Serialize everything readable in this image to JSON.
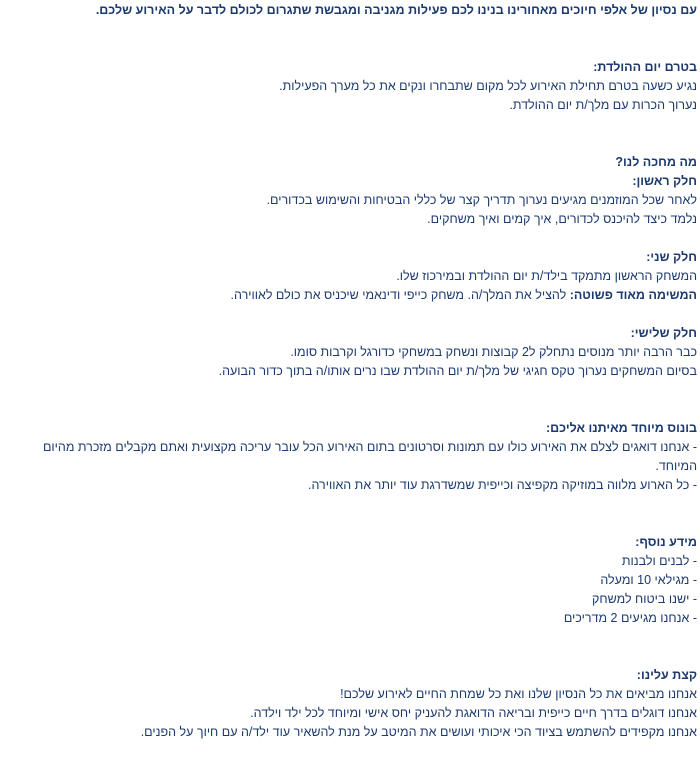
{
  "intro": "עם נסיון של אלפי חיוכים מאחורינו בנינו לכם פעילות מגניבה ומגבשת שתגרום לכולם לדבר על האירוע שלכם.",
  "before": {
    "heading": "בטרם יום ההולדת:",
    "lines": [
      "נגיע כשעה בטרם תחילת האירוע לכל מקום שתבחרו ונקים את כל מערך הפעילות.",
      "נערוך הכרות עם מלך/ת יום ההולדת."
    ]
  },
  "what": {
    "heading": "מה מחכה לנו?",
    "part1": {
      "heading": "חלק ראשון:",
      "lines": [
        "לאחר שכל המוזמנים מגיעים נערוך תדריך קצר של כללי הבטיחות והשימוש בכדורים.",
        "נלמד כיצד להיכנס לכדורים, איך קמים ואיך משחקים."
      ]
    },
    "part2": {
      "heading": "חלק שני:",
      "line1": "המשחק הראשון מתמקד בילד/ת יום ההולדת ובמירכוז שלו.",
      "line2_bold": "המשימה מאוד פשוטה:",
      "line2_rest": " להציל את המלך/ה. משחק כייפי ודינאמי שיכניס את כולם לאווירה."
    },
    "part3": {
      "heading": "חלק שלישי:",
      "lines": [
        "כבר הרבה יותר מנוסים נתחלק ל2 קבוצות ונשחק במשחקי כדורגל וקרבות סומו.",
        "בסיום המשחקים נערוך טקס חגיגי של מלך/ת יום ההולדת שבו נרים אותו/ה בתוך כדור הבועה."
      ]
    }
  },
  "bonus": {
    "heading": "בונוס מיוחד מאיתנו אליכם:",
    "lines": [
      "- אנחנו דואגים לצלם את האירוע כולו עם תמונות וסרטונים בתום האירוע הכל עובר עריכה מקצועית ואתם מקבלים מזכרת מהיום המיוחד.",
      "- כל הארוע מלווה במוזיקה מקפיצה וכייפית שמשדרגת עוד יותר את האווירה."
    ]
  },
  "info": {
    "heading": "מידע נוסף:",
    "lines": [
      "- לבנים ולבנות",
      "- מגילאי 10 ומעלה",
      "- ישנו ביטוח למשחק",
      "- אנחנו מגיעים 2 מדריכים"
    ]
  },
  "about": {
    "heading": "קצת עלינו:",
    "lines": [
      "אנחנו מביאים את כל הנסיון שלנו ואת כל שמחת החיים לאירוע שלכם!",
      "אנחנו דוגלים בדרך חיים כייפית ובריאה הדואגת להעניק יחס אישי ומיוחד לכל ילד וילדה.",
      "אנחנו מקפידים להשתמש בציוד הכי איכותי ועושים את המיטב על מנת להשאיר עוד ילד/ה עם חיוך על הפנים."
    ]
  }
}
